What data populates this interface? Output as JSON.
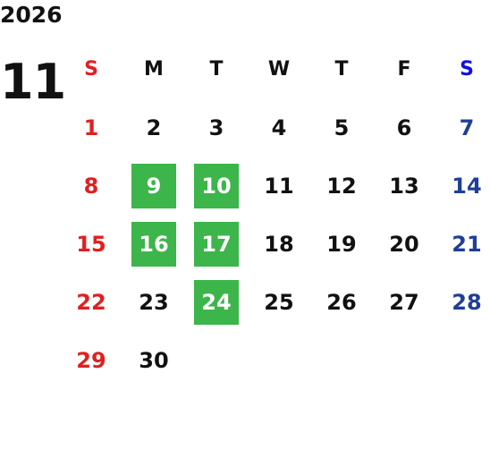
{
  "calendar": {
    "year": "2026",
    "month": "11",
    "weekdays": [
      "S",
      "M",
      "T",
      "W",
      "T",
      "F",
      "S"
    ],
    "weeks": [
      [
        "1",
        "2",
        "3",
        "4",
        "5",
        "6",
        "7"
      ],
      [
        "8",
        "9",
        "10",
        "11",
        "12",
        "13",
        "14"
      ],
      [
        "15",
        "16",
        "17",
        "18",
        "19",
        "20",
        "21"
      ],
      [
        "22",
        "23",
        "24",
        "25",
        "26",
        "27",
        "28"
      ],
      [
        "29",
        "30",
        "",
        "",
        "",
        "",
        ""
      ]
    ],
    "highlighted_days": [
      "9",
      "10",
      "16",
      "17",
      "24"
    ],
    "colors": {
      "sunday": "#e02020",
      "saturday": "#1f3f96",
      "saturday_header": "#1010e0",
      "highlight": "#3cb54a",
      "text": "#111111"
    }
  }
}
